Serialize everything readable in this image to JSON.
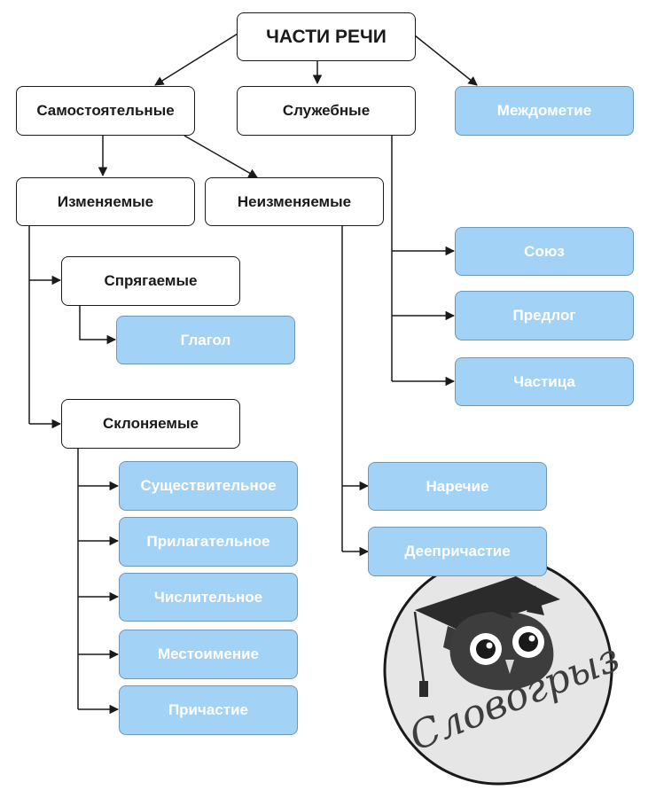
{
  "root": "ЧАСТИ РЕЧИ",
  "level1": {
    "independent": "Самостоятельные",
    "auxiliary": "Служебные",
    "interjection": "Междометие"
  },
  "level2": {
    "changeable": "Изменяемые",
    "unchangeable": "Неизменяемые"
  },
  "conjugated": {
    "label": "Спрягаемые",
    "items": [
      "Глагол"
    ]
  },
  "declined": {
    "label": "Склоняемые",
    "items": [
      "Существительное",
      "Прилагательное",
      "Числительное",
      "Местоимение",
      "Причастие"
    ]
  },
  "unchangeable_items": [
    "Наречие",
    "Деепричастие"
  ],
  "auxiliary_items": [
    "Союз",
    "Предлог",
    "Частица"
  ],
  "logo": {
    "text": "Словогрыз"
  },
  "colors": {
    "blue_box": "#a3d2f7",
    "blue_border": "#6f98b8",
    "line": "#1a1a1a"
  }
}
